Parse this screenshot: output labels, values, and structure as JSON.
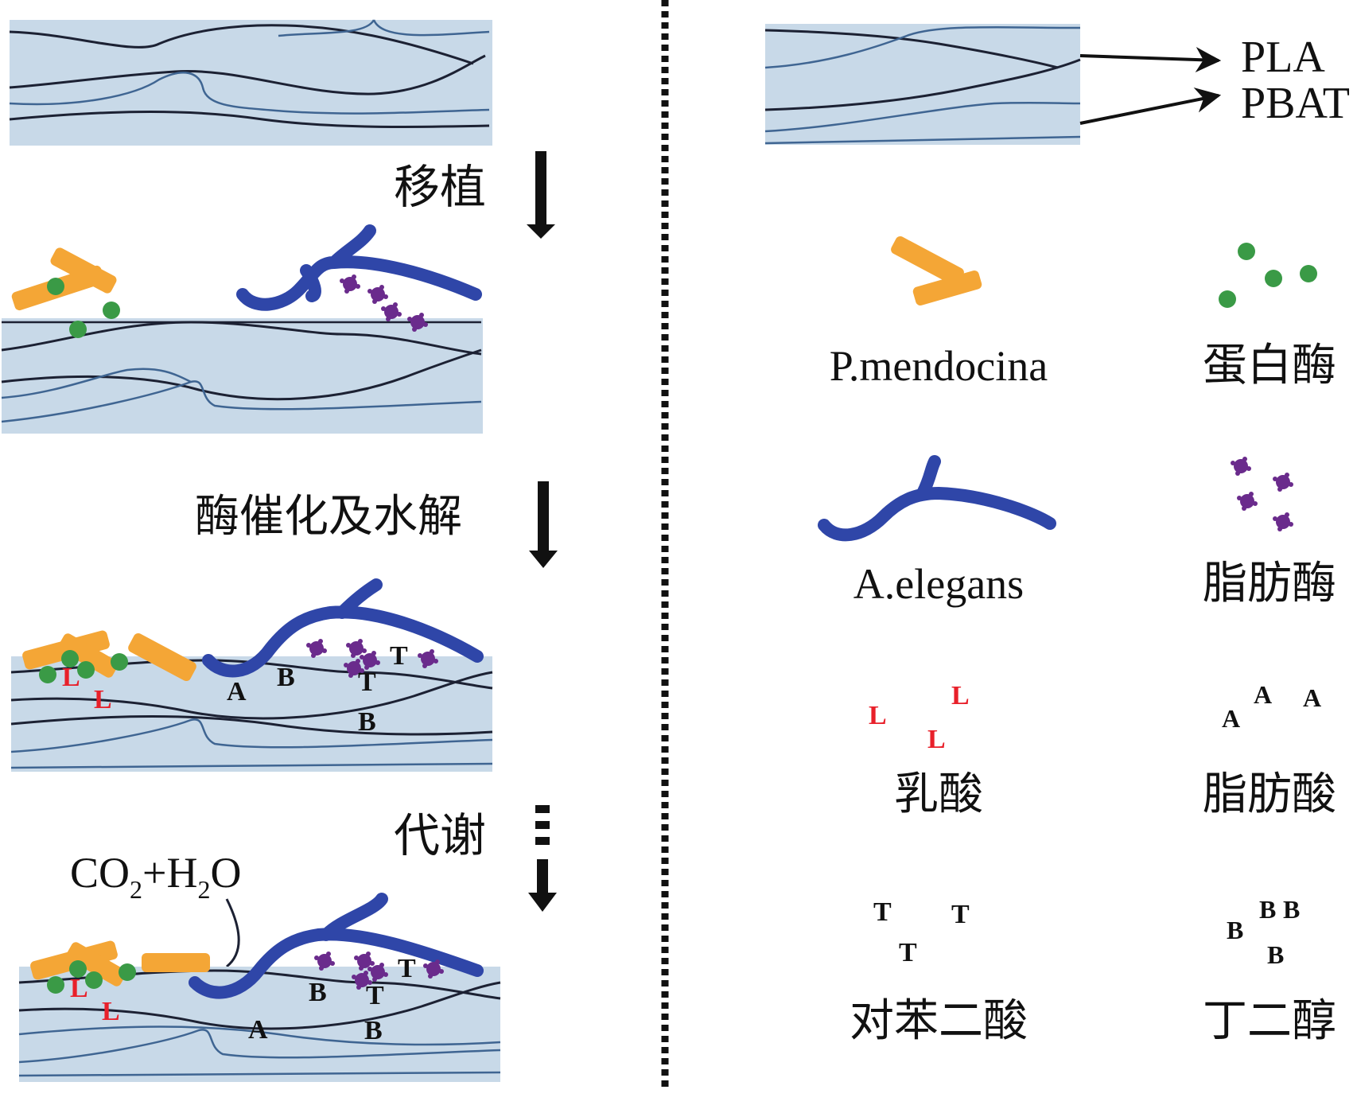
{
  "colors": {
    "polymer_fill": "#c8d9e8",
    "pla_fiber": "#1c2133",
    "pbat_fiber": "#3f6592",
    "p_mendocina": "#f4a636",
    "a_elegans": "#2f46a8",
    "protease": "#3a9a46",
    "lipase": "#6a2b8c",
    "lactic_acid": "#e8202a",
    "monomer_letter": "#111111",
    "arrow": "#111111",
    "divider": "#111111"
  },
  "steps": {
    "transplant": "移植",
    "enzyme_hydrolysis": "酶催化及水解",
    "metabolism": "代谢"
  },
  "products": {
    "co2": "CO",
    "co2_sub": "2",
    "plus": "+H",
    "h2o_sub": "2",
    "o": "O"
  },
  "legend": {
    "pla": "PLA",
    "pbat": "PBAT",
    "p_mendocina": "P.mendocina",
    "protease": "蛋白酶",
    "a_elegans": "A.elegans",
    "lipase": "脂肪酶",
    "lactic_acid": "乳酸",
    "fatty_acid": "脂肪酸",
    "terephthalic_acid": "对苯二酸",
    "butanediol": "丁二醇"
  },
  "symbols": {
    "lactic": "L",
    "fatty": "A",
    "terephthalic": "T",
    "butanediol": "B"
  }
}
